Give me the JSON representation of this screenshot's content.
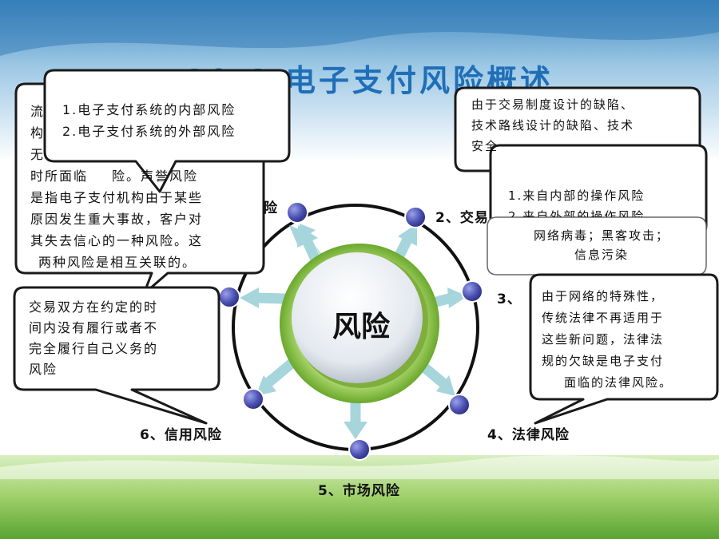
{
  "slide_title": "10.1 电子支付风险概述",
  "center": {
    "label": "风险"
  },
  "nodes": [
    {
      "label": "2、交易风险"
    },
    {
      "label": "3、"
    },
    {
      "label": "4、法律风险"
    },
    {
      "label": "5、市场风险"
    },
    {
      "label": "6、信用风险"
    },
    {
      "label": "险"
    }
  ],
  "bubbles": {
    "internal_external": {
      "lines": [
        "1.电子支付系统的内部风险",
        "2.电子支付系统的外部风险"
      ]
    },
    "reputation": {
      "lines": [
        "流",
        "构",
        "无",
        "时所面临",
        "险。声誉风险",
        "是指电子支付机构由于某些",
        "原因发生重大事故，客户对",
        "其失去信心的一种风险。这",
        "两种风险是相互关联的。"
      ]
    },
    "credit": {
      "lines": [
        "交易双方在约定的时",
        "间内没有履行或者不",
        "完全履行自己义务的",
        "风险"
      ]
    },
    "transaction": {
      "lines": [
        "由于交易制度设计的缺陷、",
        "技术路线设计的缺陷、技术",
        "安全"
      ]
    },
    "operation": {
      "lines": [
        "1.来自内部的操作风险",
        "2.来自外部的操作风险"
      ]
    },
    "network": {
      "lines": [
        "网络病毒；黑客攻击；",
        "信息污染"
      ]
    },
    "legal": {
      "lines": [
        "由于网络的特殊性，",
        "传统法律不再适用于",
        "这些新问题，法律法",
        "规的欠缺是电子支付",
        "面临的法律风险。"
      ]
    }
  }
}
